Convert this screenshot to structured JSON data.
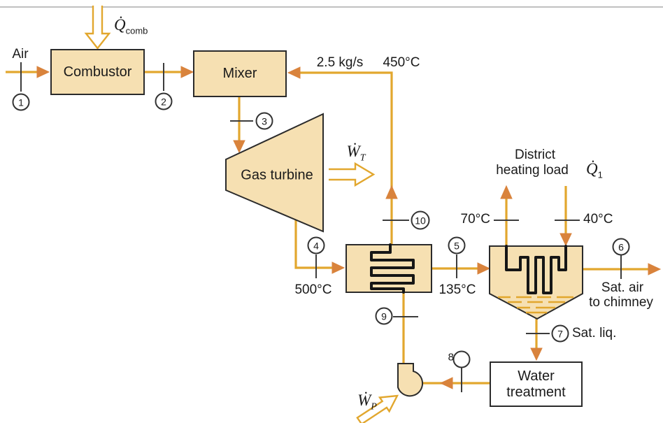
{
  "colors": {
    "pipe": "#E2A72E",
    "arrowhead": "#D9833C",
    "boxfill": "#F6E0B2",
    "outline": "#2b2b2b"
  },
  "components": {
    "combustor": "Combustor",
    "mixer": "Mixer",
    "gas_turbine": "Gas turbine",
    "water_treatment": {
      "line1": "Water",
      "line2": "treatment"
    }
  },
  "flows": {
    "air_in": "Air",
    "return_rate": "2.5 kg/s",
    "return_temp": "450°C",
    "turbine_exit_temp": "500°C",
    "hx_exit_temp": "135°C",
    "district_supply_temp": "70°C",
    "district_return_temp": "40°C",
    "district_load": {
      "line1": "District",
      "line2": "heating load"
    },
    "sat_air": {
      "line1": "Sat. air",
      "line2": "to chimney"
    },
    "sat_liq": "Sat. liq."
  },
  "energy": {
    "q_comb": {
      "base": "Q̇",
      "sub": "comb"
    },
    "w_turbine": {
      "base": "Ẇ",
      "sub": "T"
    },
    "w_pump": {
      "base": "Ẇ",
      "sub": "P"
    },
    "q_1": {
      "base": "Q̇",
      "sub": "1"
    }
  },
  "states": {
    "s1": "1",
    "s2": "2",
    "s3": "3",
    "s4": "4",
    "s5": "5",
    "s6": "6",
    "s7": "7",
    "s8": "8",
    "s9": "9",
    "s10": "10"
  }
}
